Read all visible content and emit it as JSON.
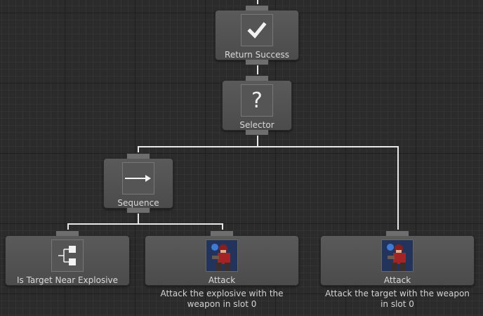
{
  "nodes": {
    "return_success": {
      "label": "Return Success",
      "icon": "checkmark-icon"
    },
    "selector": {
      "label": "Selector",
      "icon": "question-mark-icon"
    },
    "sequence": {
      "label": "Sequence",
      "icon": "arrow-right-icon"
    },
    "is_target_near_explosive": {
      "label": "Is Target Near Explosive",
      "icon": "conditional-branch-icon"
    },
    "attack_explosive": {
      "label": "Attack",
      "icon": "soldier-portrait-icon",
      "comment": "Attack the explosive with the weapon in slot 0"
    },
    "attack_target": {
      "label": "Attack",
      "icon": "soldier-portrait-icon",
      "comment": "Attack the target with the weapon in slot 0"
    }
  },
  "colors": {
    "node_fill": "#4f4f4f",
    "connection": "#e8e8e8",
    "grid": "#2b2b2b"
  }
}
